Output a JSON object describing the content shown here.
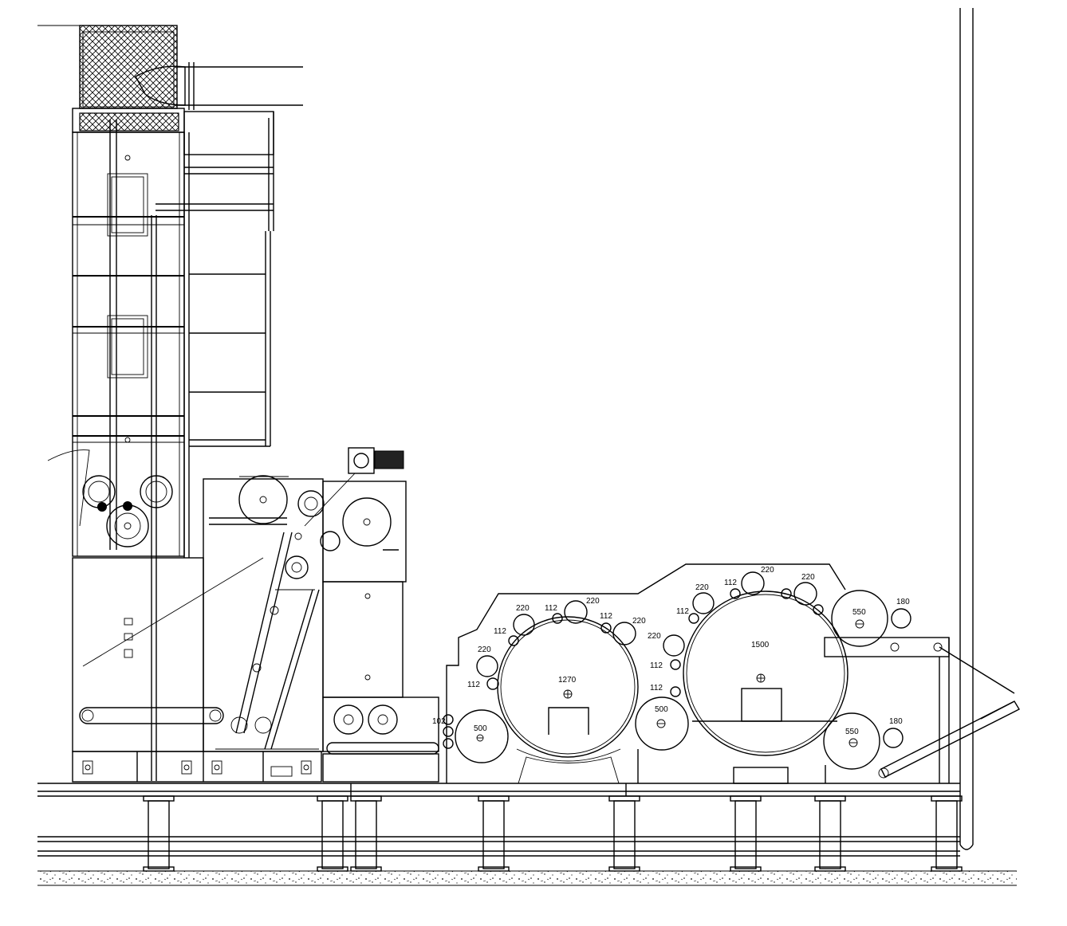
{
  "drawing": {
    "background": "#ffffff",
    "line_color": "#000000",
    "labels": {
      "d220_a": "220",
      "d112_a": "112",
      "d220_b": "220",
      "d112_b": "112",
      "d112_c": "112",
      "d220_c": "220",
      "d112_d": "112",
      "d220_d": "220",
      "d1270": "1270",
      "d102": "102",
      "d500_a": "500",
      "d220_e": "220",
      "d112_e": "112",
      "d220_f": "220",
      "d112_f": "112",
      "d220_g": "220",
      "d220_h": "220",
      "d112_g": "112",
      "d112_h": "112",
      "d1500": "1500",
      "d500_b": "500",
      "d550_a": "550",
      "d180_a": "180",
      "d550_b": "550",
      "d180_b": "180"
    }
  }
}
